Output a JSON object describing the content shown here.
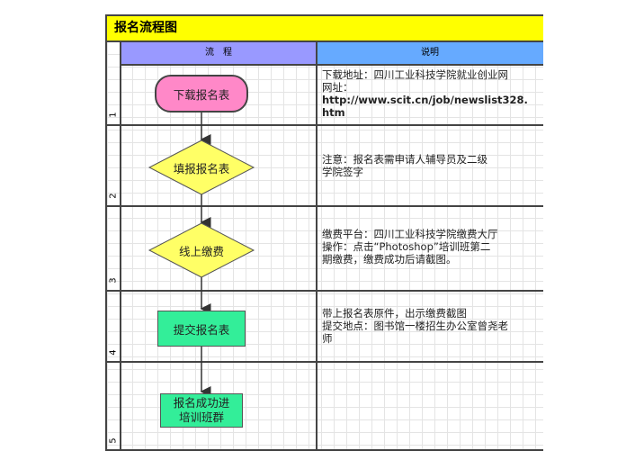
{
  "title": "报名流程图",
  "headers": {
    "flow": "流　程",
    "desc": "说明"
  },
  "rows": [
    {
      "num": "1",
      "step": "下载报名表",
      "desc": [
        "下载地址：四川工业科技学院就业创业网",
        "网址：",
        "http://www.scit.cn/job/newslist328.",
        "htm"
      ]
    },
    {
      "num": "2",
      "step": "填报报名表",
      "desc": [
        "注意：报名表需申请人辅导员及二级",
        "学院签字"
      ]
    },
    {
      "num": "3",
      "step": "线上缴费",
      "desc": [
        "缴费平台：四川工业科技学院缴费大厅",
        "操作：点击“Photoshop”培训班第二",
        "期缴费，缴费成功后请截图。"
      ]
    },
    {
      "num": "4",
      "step": "提交报名表",
      "desc": [
        "带上报名表原件，出示缴费截图",
        "提交地点：图书馆一楼招生办公室曾尧老",
        "师"
      ]
    },
    {
      "num": "5",
      "step": "报名成功进培训班群",
      "desc": []
    }
  ],
  "colors": {
    "title": "#ffff00",
    "flow_header": "#9999ff",
    "desc_header": "#66aaff",
    "start": "#ff88c8",
    "decision": "#ffff66",
    "process": "#33ee99"
  }
}
